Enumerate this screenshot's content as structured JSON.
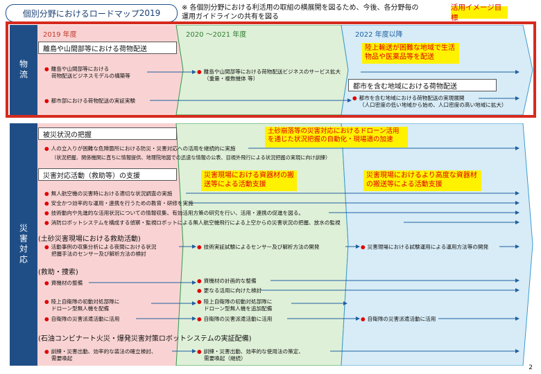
{
  "header": {
    "title": "個別分野におけるロードマップ",
    "title_suffix": "2019",
    "note_line1": "※ 各個別分野における利活用の取組の横展開を図るため、今後、各分野毎の",
    "note_line2": "運用ガイドラインの共有を図る",
    "tag": "活用イメージ目標"
  },
  "phases": [
    "2019 年度",
    "2020 ～2021 年度",
    "2022 年度以降"
  ],
  "logistics": {
    "side_label": "物流",
    "box1": "離島や山間部等における荷物配送",
    "highlight": "陸上輸送が困難な地域で生活物品や医薬品等を配送",
    "item1a": "離島や山間部等における",
    "item1b": "荷物配送ビジネスモデルの構築等",
    "item1c": "離島や山間部等における荷物配送ビジネスのサービス拡大",
    "item1d": "（重量・複数機体 等）",
    "box2": "都市を含む地域における荷物配送",
    "item2a": "都市部における荷物配送の実証実験",
    "item2b": "都市を含む地域における荷物配送の実現展開",
    "item2c": "（人口密度の低い地域から始め、人口密度の高い地域に拡大）"
  },
  "disaster": {
    "side_label": "災害対応",
    "box1": "被災状況の把握",
    "highlight1": "土砂崩落等の災害対応におけるドローン活用を通じた状況把握の自動化・現場適の加速",
    "item1a": "人の立入りが困難な危険箇所における防災・災害対応への活用を継続的に実施",
    "item1b": "（状況把握、関係機関に直ちに情報提供、地理院地図での迅速な情報の公表、目視外飛行による状況把握の実現に向け訓練）",
    "box2": "災害対応活動（救助等）の支援",
    "highlight2": "災害現場における資器材の搬送等による活動支援",
    "highlight3": "災害現場におけるより高度な資器材の搬送等による活動支援",
    "items2": [
      "無人航空機の災害時における適切な状況調査の実施",
      "安全かつ効率的な運用・連携を行うための教育・研修を実施",
      "技術動向や先進的な活用状況についての情報収集、有効活用方策の研究を行い、活用・連携の促進を図る。",
      "消防ロボットシステムを構成する偵察・監視ロボットによる無人航空機飛行による上空からの災害状況の把握、放水の監視"
    ],
    "sub1": "(土砂災害現場における救助活動)",
    "sub1_a": "活動事例の収集分析による夜間における状況",
    "sub1_b": "把握手法のセンサー及び解析方法の検討",
    "sub1_c": "技術実証試験によるセンサー及び解析方法の開発",
    "sub1_d": "災害現場における試験運用による運用方法等の開発",
    "sub2": "(救助・捜索)",
    "sub2_a": "資機材の整備",
    "sub2_b": "資機材の計画的な整備",
    "sub2_c": "更なる活用に向けた検討",
    "sub2_d1": "陸上自衛隊の初動対処部隊に",
    "sub2_d2": "ドローン型無人機を配備",
    "sub2_e1": "陸上自衛隊の初動対処部隊に",
    "sub2_e2": "ドローン型無人機を追加配備",
    "sub2_f": "自衛隊の災害派遣活動に活用",
    "sub2_g": "自衛隊の災害派遣活動に活用",
    "sub2_h": "自衛隊の災害派遣活動に活用",
    "sub3": "(石油コンビナート火災・爆発災害対策ロボットシステムの実証配備)",
    "sub3_a1": "訓練・災害出動、効率的な装法の確立検討、",
    "sub3_a2": "需要喚起",
    "sub3_b1": "訓練・災害出動、効率的な使用法の策定、",
    "sub3_b2": "需要喚起（継続）"
  },
  "page_number": "2",
  "colors": {
    "frame": "#d62b1e",
    "side": "#1f4e87",
    "highlight_bg": "#fff200",
    "highlight_text": "#e00000"
  }
}
